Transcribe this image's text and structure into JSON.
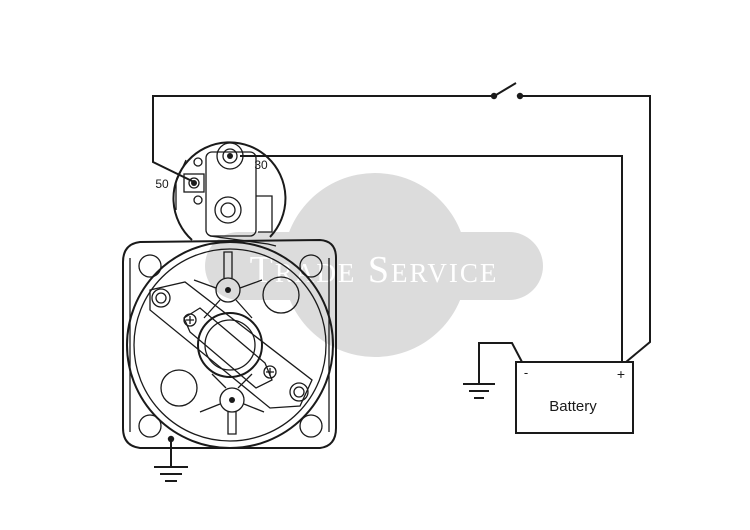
{
  "watermark": {
    "text": "Trade Service",
    "color": "#d9d9d9"
  },
  "terminals": {
    "t30": "30",
    "t50": "50"
  },
  "battery": {
    "label": "Battery",
    "minus": "-",
    "plus": "+"
  },
  "colors": {
    "line": "#1a1a1a",
    "background": "#ffffff"
  },
  "icons": [
    "ground-icon",
    "switch-icon",
    "battery-icon",
    "starter-motor-icon",
    "solenoid-icon"
  ]
}
